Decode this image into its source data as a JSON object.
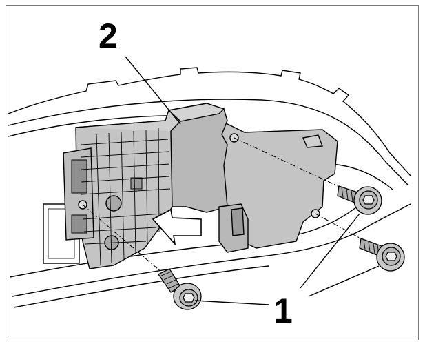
{
  "figure": {
    "callouts": [
      {
        "id": "2",
        "label": "2",
        "target": "control-unit"
      },
      {
        "id": "1",
        "label": "1",
        "target": "mounting-screws"
      }
    ],
    "screw_count": 3,
    "colors": {
      "line": "#000000",
      "part_fill": "#c4c4c4",
      "part_dark": "#9a9a9a",
      "screw_fill": "#b0b0b0",
      "arrow_fill": "#ffffff",
      "frame": "#7a7a7a"
    }
  }
}
